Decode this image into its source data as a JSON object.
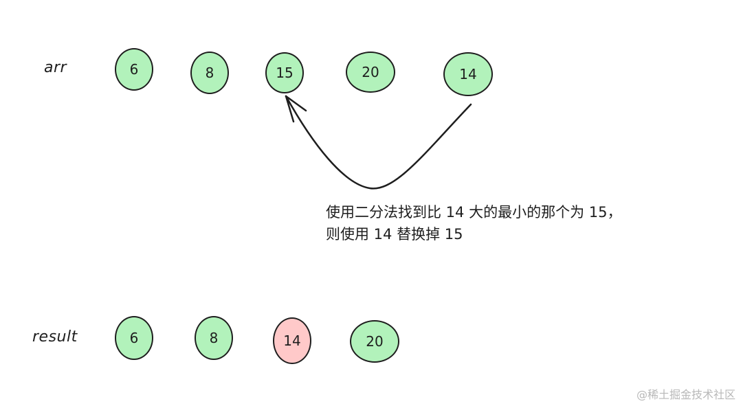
{
  "labels": {
    "arr": "arr",
    "result": "result"
  },
  "arr_values": [
    "6",
    "8",
    "15",
    "20",
    "14"
  ],
  "result_values": [
    "6",
    "8",
    "14",
    "20"
  ],
  "annotation": {
    "line1": "使用二分法找到比 14 大的最小的那个为 15，",
    "line2": "则使用 14 替换掉 15"
  },
  "watermark": "@稀土掘金技术社区",
  "colors": {
    "node_fill": "#b2f2bb",
    "highlight_fill": "#ffc9c9",
    "stroke": "#1e1e1e"
  }
}
